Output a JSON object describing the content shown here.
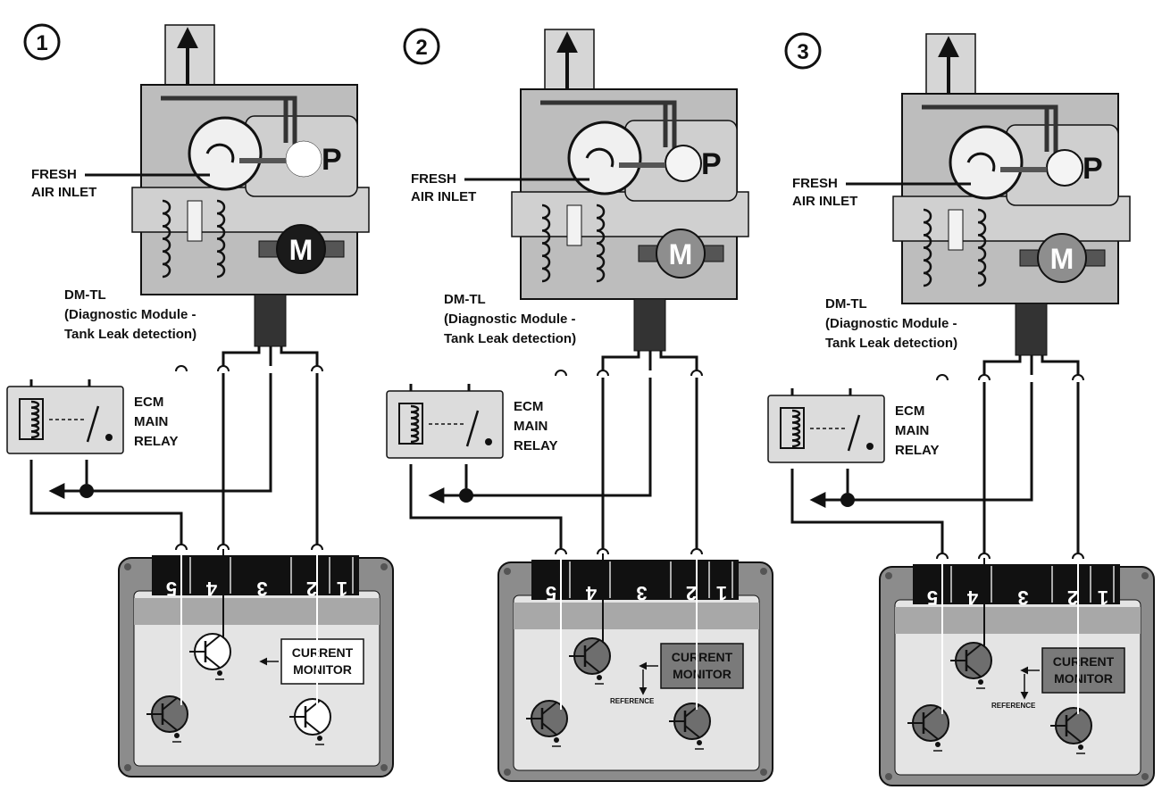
{
  "panels": [
    {
      "number": "1",
      "p_label": "P",
      "m_label": "M",
      "fresh_air_line1": "FRESH",
      "fresh_air_line2": "AIR INLET",
      "dmtl_line1": "DM-TL",
      "dmtl_line2": "(Diagnostic Module -",
      "dmtl_line3": "Tank Leak detection)",
      "ecm_line1": "ECM",
      "ecm_line2": "MAIN",
      "ecm_line3": "RELAY",
      "pins": [
        "5",
        "4",
        "3",
        "2",
        "1"
      ],
      "current_line1": "CURRENT",
      "current_line2": "MONITOR",
      "reference": "",
      "monitor_style": "light"
    },
    {
      "number": "2",
      "p_label": "P",
      "m_label": "M",
      "fresh_air_line1": "FRESH",
      "fresh_air_line2": "AIR INLET",
      "dmtl_line1": "DM-TL",
      "dmtl_line2": "(Diagnostic Module -",
      "dmtl_line3": "Tank Leak detection)",
      "ecm_line1": "ECM",
      "ecm_line2": "MAIN",
      "ecm_line3": "RELAY",
      "pins": [
        "5",
        "4",
        "3",
        "2",
        "1"
      ],
      "current_line1": "CURRENT",
      "current_line2": "MONITOR",
      "reference": "REFERENCE",
      "monitor_style": "dark"
    },
    {
      "number": "3",
      "p_label": "P",
      "m_label": "M",
      "fresh_air_line1": "FRESH",
      "fresh_air_line2": "AIR INLET",
      "dmtl_line1": "DM-TL",
      "dmtl_line2": "(Diagnostic Module -",
      "dmtl_line3": "Tank Leak detection)",
      "ecm_line1": "ECM",
      "ecm_line2": "MAIN",
      "ecm_line3": "RELAY",
      "pins": [
        "5",
        "4",
        "3",
        "2",
        "1"
      ],
      "current_line1": "CURRENT",
      "current_line2": "MONITOR",
      "reference": "REFERENCE",
      "monitor_style": "dark"
    }
  ],
  "colors": {
    "line": "#111111",
    "housing": "#bdbdbd",
    "housing_dark": "#8a8a8a",
    "relay_fill": "#dcdcdc",
    "ecm_outer": "#8c8c8c",
    "ecm_inner": "#e4e4e4",
    "pin_fill": "#111111",
    "motor_dark": "#1a1a1a",
    "motor_grey": "#8e8e8e",
    "monitor_dark": "#7a7a7a"
  }
}
